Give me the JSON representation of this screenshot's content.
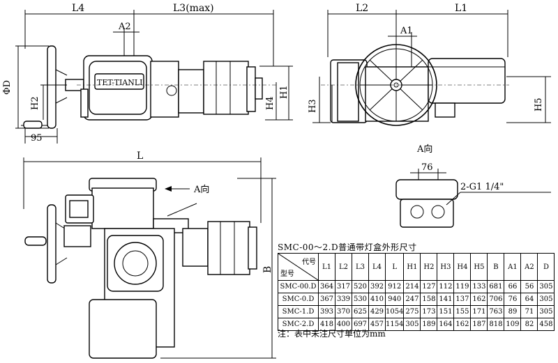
{
  "labels": {
    "L4": "L4",
    "L3": "L3(max)",
    "A2": "A2",
    "phiD": "ΦD",
    "H2_left": "H2",
    "dim95": "95",
    "H4": "H4",
    "H1": "H1",
    "L2": "L2",
    "L1": "L1",
    "A1": "A1",
    "H3": "H3",
    "H5": "H5",
    "nameplate": "TET-TIANLI",
    "L": "L",
    "B": "B",
    "a_dir_main": "A向",
    "a_dir_view": "A向",
    "dim76": "76",
    "port": "2-G1 1/4\""
  },
  "table": {
    "caption": "SMC-00～2.D普通带灯盒外形尺寸",
    "corner_top": "代号",
    "corner_bottom": "型号",
    "columns": [
      "L1",
      "L2",
      "L3",
      "L4",
      "L",
      "H1",
      "H2",
      "H3",
      "H4",
      "H5",
      "B",
      "A1",
      "A2",
      "D"
    ],
    "rows": [
      {
        "model": "SMC-00.D",
        "values": [
          "364",
          "317",
          "520",
          "392",
          "912",
          "214",
          "127",
          "112",
          "119",
          "133",
          "681",
          "66",
          "56",
          "305"
        ]
      },
      {
        "model": "SMC-0.D",
        "values": [
          "367",
          "339",
          "530",
          "410",
          "940",
          "247",
          "158",
          "141",
          "137",
          "162",
          "706",
          "76",
          "64",
          "305"
        ]
      },
      {
        "model": "SMC-1.D",
        "values": [
          "393",
          "370",
          "625",
          "429",
          "1054",
          "275",
          "173",
          "151",
          "155",
          "171",
          "763",
          "89",
          "71",
          "305"
        ]
      },
      {
        "model": "SMC-2.D",
        "values": [
          "418",
          "400",
          "697",
          "457",
          "1154",
          "305",
          "189",
          "164",
          "162",
          "187",
          "818",
          "109",
          "82",
          "458"
        ]
      }
    ],
    "note": "注：表中未注尺寸单位为mm"
  }
}
